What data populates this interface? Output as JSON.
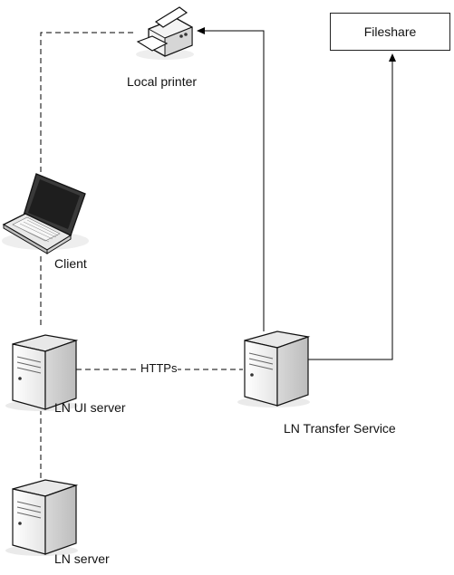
{
  "nodes": {
    "fileshare": {
      "label": "Fileshare",
      "icon": "fileshare-box"
    },
    "local_printer": {
      "label": "Local printer",
      "icon": "printer-icon"
    },
    "client": {
      "label": "Client",
      "icon": "laptop-icon"
    },
    "ln_ui_server": {
      "label": "LN UI server",
      "icon": "server-icon"
    },
    "ln_transfer_service": {
      "label": "LN Transfer Service",
      "icon": "server-icon"
    },
    "ln_server": {
      "label": "LN server",
      "icon": "server-icon"
    }
  },
  "edges": {
    "ui_to_transfer": {
      "label": "HTTPs",
      "style": "dashed"
    }
  },
  "colors": {
    "line": "#000000",
    "shadow": "#e6e6e6",
    "device_light": "#f2f2f2",
    "device_dark": "#cfcfcf"
  }
}
